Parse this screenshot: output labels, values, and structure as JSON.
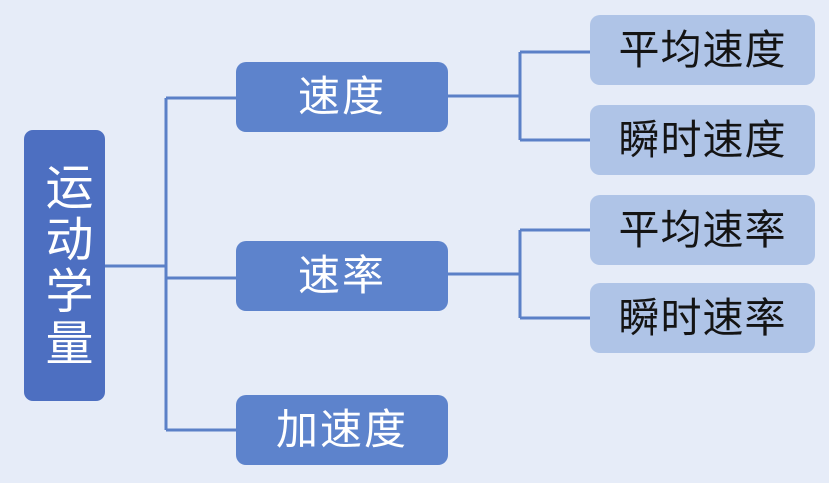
{
  "diagram": {
    "root": {
      "label": "运动学量"
    },
    "branches": [
      {
        "label": "速度",
        "children": [
          "平均速度",
          "瞬时速度"
        ]
      },
      {
        "label": "速率",
        "children": [
          "平均速率",
          "瞬时速率"
        ]
      },
      {
        "label": "加速度",
        "children": []
      }
    ]
  },
  "colors": {
    "background": "#e6ecf8",
    "root_fill": "#4d6fc1",
    "branch_fill": "#5d83cc",
    "leaf_fill": "#afc4e7",
    "connector": "#5b80c7"
  }
}
